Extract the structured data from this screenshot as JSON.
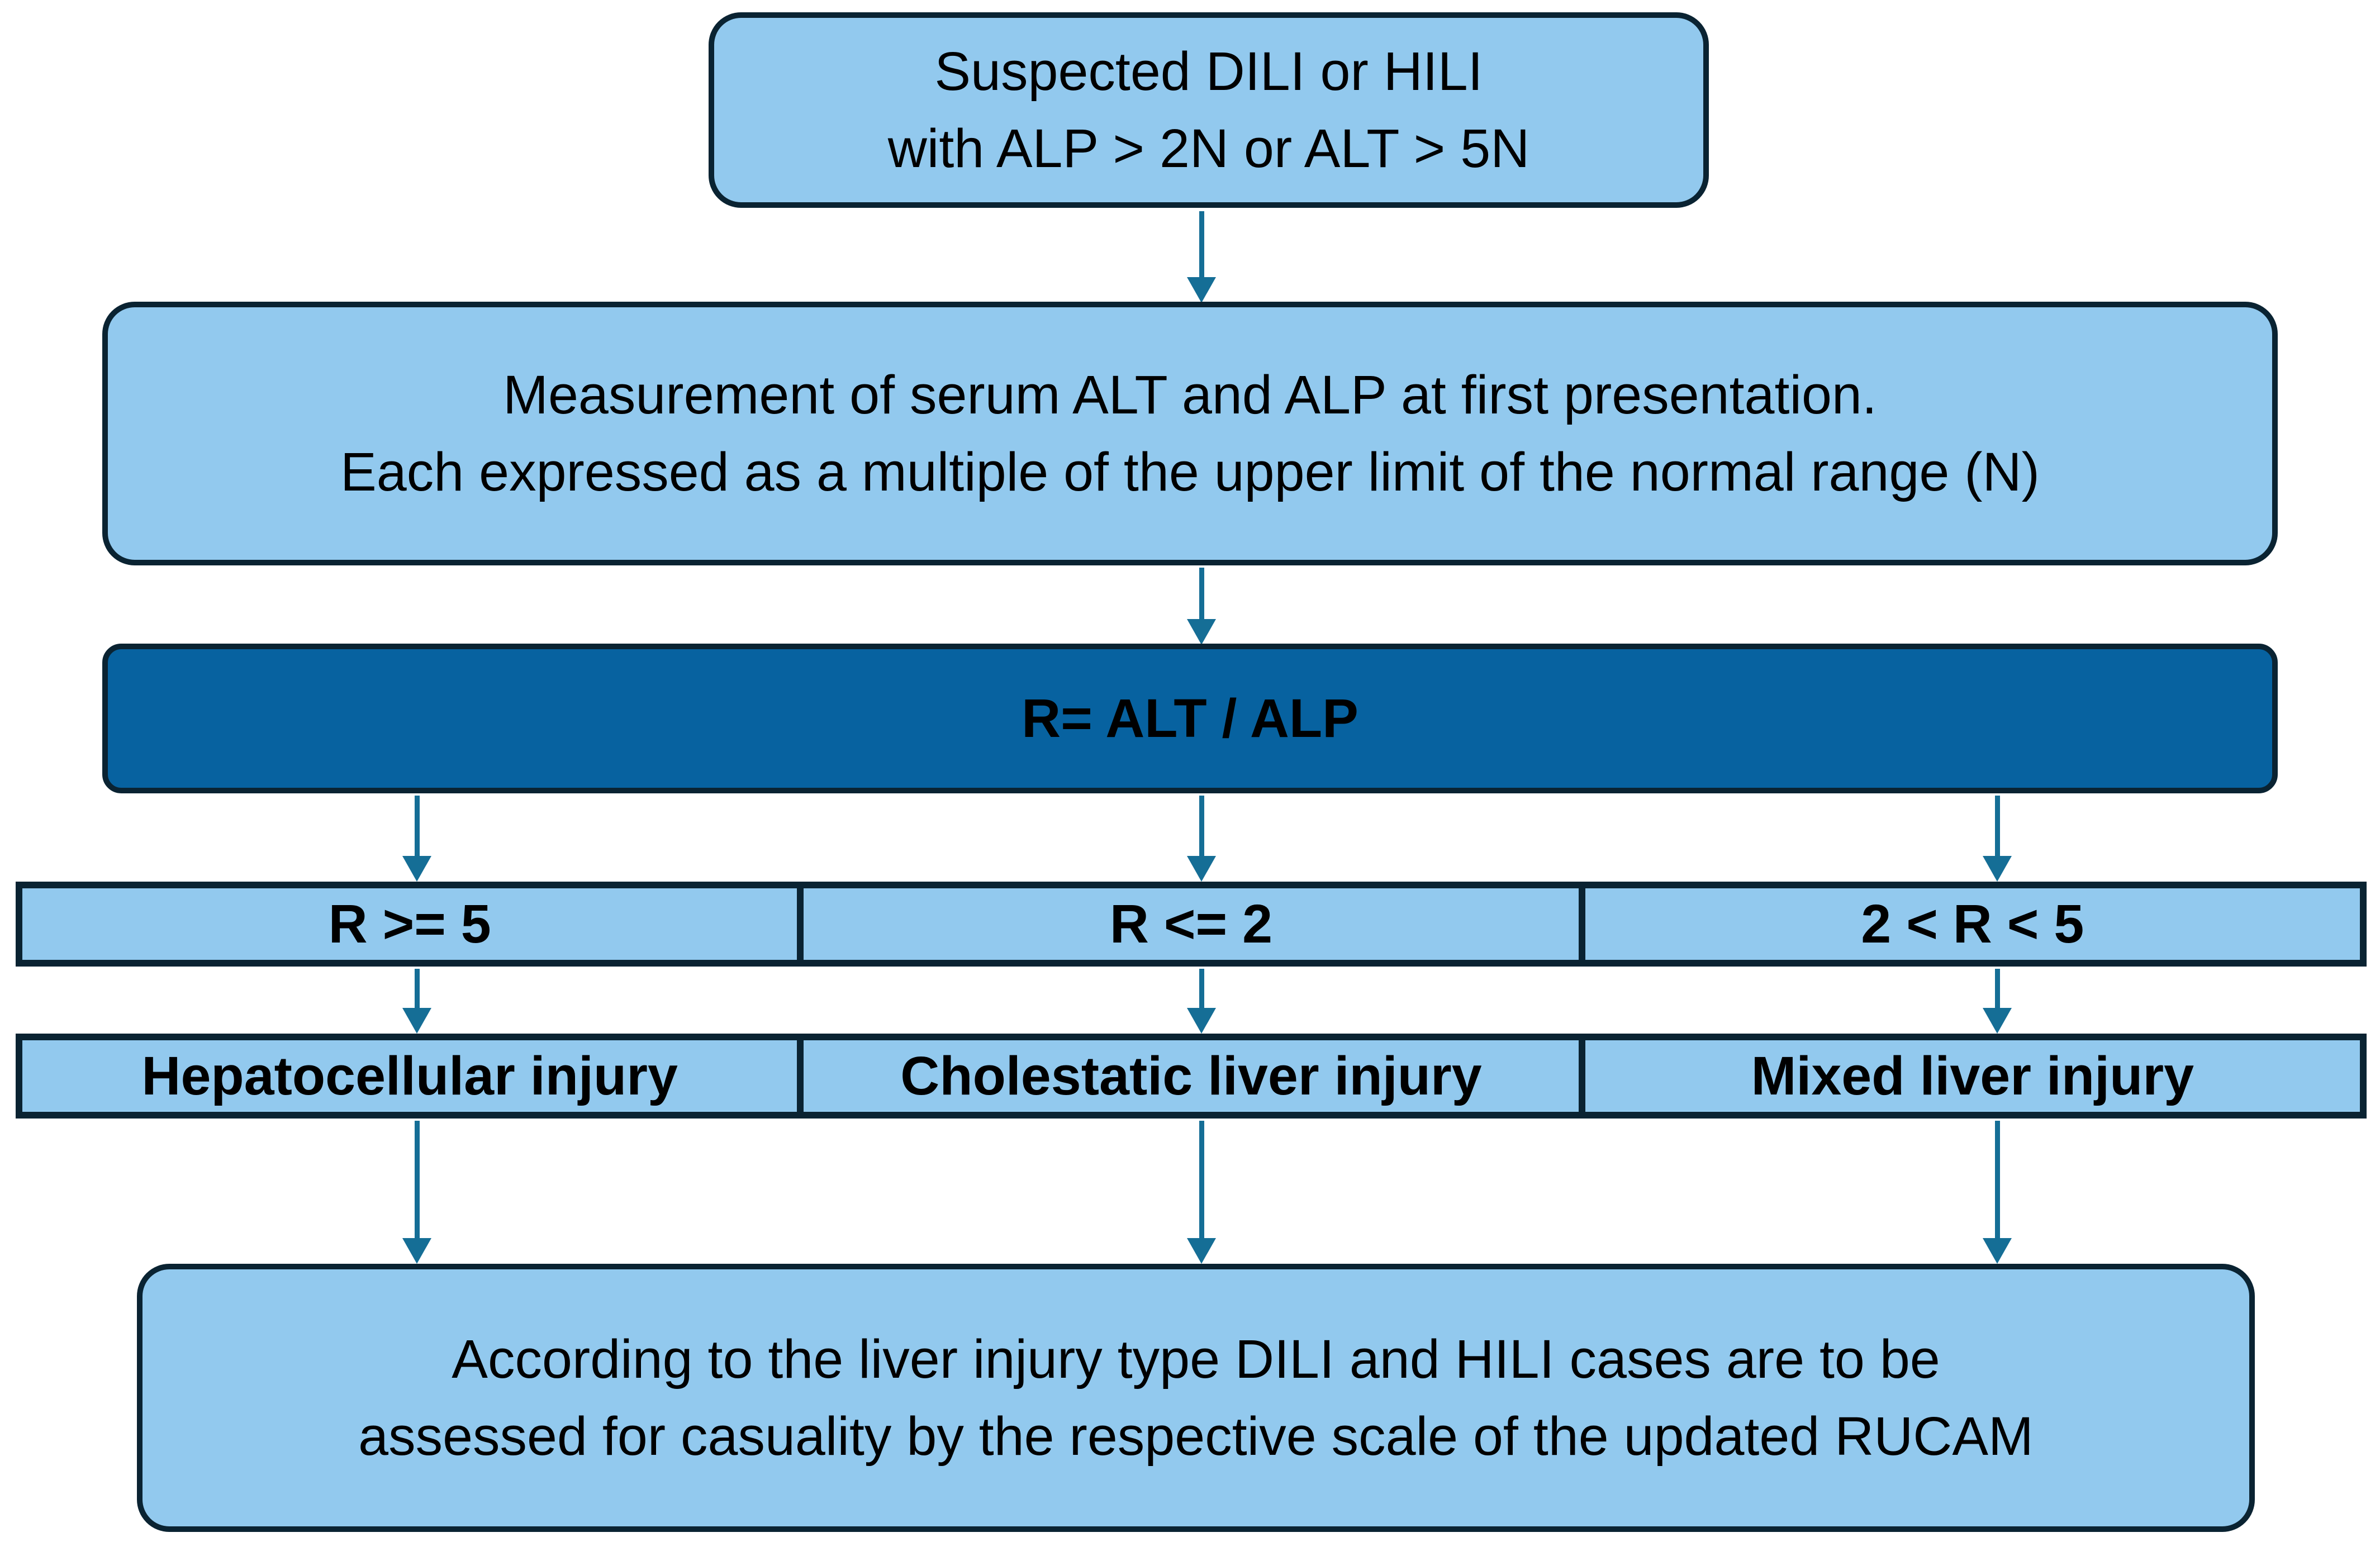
{
  "diagram": {
    "title": "DILI / HILI liver injury classification flowchart",
    "colors": {
      "box_fill_light": "#92c9ee",
      "box_fill_dark": "#0762a0",
      "border": "#0a2332",
      "arrow": "#156e96",
      "text": "#000000",
      "background": "#ffffff"
    },
    "nodes": {
      "start": {
        "line1": "Suspected DILI or HILI",
        "line2": "with ALP > 2N or ALT > 5N"
      },
      "measurement": {
        "line1": "Measurement of serum ALT and ALP at first presentation.",
        "line2": "Each expressed as a multiple of the upper limit of the normal range (N)"
      },
      "ratio": {
        "label": "R= ALT / ALP"
      },
      "conclusion": {
        "line1": "According to the liver injury type DILI and HILI cases are to be",
        "line2": "assessed for casuality by the respective scale of the updated RUCAM"
      }
    },
    "r_value_row": {
      "cells": [
        {
          "label": "R >= 5"
        },
        {
          "label": "R <= 2"
        },
        {
          "label": "2 < R < 5"
        }
      ]
    },
    "injury_row": {
      "cells": [
        {
          "label": "Hepatocellular injury"
        },
        {
          "label": "Cholestatic liver injury"
        },
        {
          "label": "Mixed liver injury"
        }
      ]
    },
    "connectors": [
      {
        "name": "start-to-measurement"
      },
      {
        "name": "measurement-to-ratio"
      },
      {
        "name": "ratio-to-r-ge-5"
      },
      {
        "name": "ratio-to-r-le-2"
      },
      {
        "name": "ratio-to-r-mid"
      },
      {
        "name": "r-ge-5-to-hepatocellular"
      },
      {
        "name": "r-le-2-to-cholestatic"
      },
      {
        "name": "r-mid-to-mixed"
      },
      {
        "name": "hepatocellular-to-conclusion"
      },
      {
        "name": "cholestatic-to-conclusion"
      },
      {
        "name": "mixed-to-conclusion"
      }
    ]
  }
}
